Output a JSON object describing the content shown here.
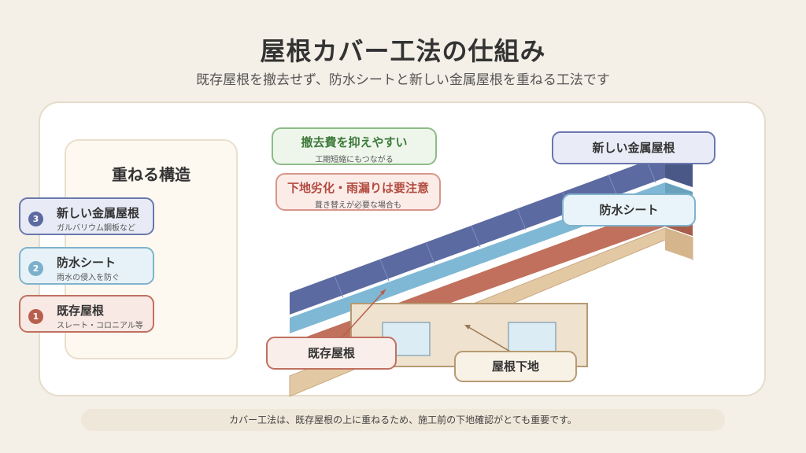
{
  "title": "屋根カバー工法の仕組み",
  "subtitle": "既存屋根を撤去せず、防水シートと新しい金属屋根を重ねる工法です",
  "legend": {
    "title": "重ねる構造",
    "items": [
      {
        "num": "3",
        "label": "新しい金属屋根",
        "sub": "ガルバリウム鋼板など",
        "color": "#5b6aa0"
      },
      {
        "num": "2",
        "label": "防水シート",
        "sub": "雨水の侵入を防ぐ",
        "color": "#7bb0cb"
      },
      {
        "num": "1",
        "label": "既存屋根",
        "sub": "スレート・コロニアル等",
        "color": "#b85e4c"
      }
    ]
  },
  "notes": {
    "merit": {
      "title": "撤去費を抑えやすい",
      "sub": "工期短縮にもつながる"
    },
    "caution": {
      "title": "下地劣化・雨漏りは要注意",
      "sub": "葺き替えが必要な場合も"
    }
  },
  "callouts": {
    "metal": "新しい金属屋根",
    "sheet": "防水シート",
    "existing": "既存屋根",
    "base": "屋根下地"
  },
  "footer": "カバー工法は、既存屋根の上に重ねるため、施工前の下地確認がとても重要です。",
  "colors": {
    "metal": "#5b6aa0",
    "sheet": "#7fb8d4",
    "existing": "#c0705c",
    "base": "#e3c9a3",
    "background": "#f4efe7"
  }
}
